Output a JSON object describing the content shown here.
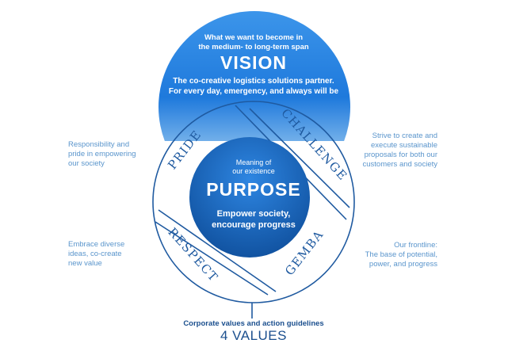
{
  "vision": {
    "subtitle_line1": "What we want to become in",
    "subtitle_line2": "the medium- to long-term span",
    "title": "VISION",
    "description_line1": "The co-creative logistics solutions partner.",
    "description_line2": "For every day, emergency, and always will be"
  },
  "purpose": {
    "subtitle_line1": "Meaning of",
    "subtitle_line2": "our existence",
    "title": "PURPOSE",
    "description_line1": "Empower society,",
    "description_line2": "encourage progress"
  },
  "values": {
    "pride": "PRIDE",
    "challenge": "CHALLENGE",
    "respect": "RESPECT",
    "gemba": "GEMBA",
    "subtitle": "Corporate values and action guidelines",
    "title": "4 VALUES"
  },
  "notes": {
    "pride": [
      "Responsibility and",
      "pride in empowering",
      "our society"
    ],
    "challenge": [
      "Strive to create and",
      "execute sustainable",
      "proposals for both our",
      "customers and society"
    ],
    "respect": [
      "Embrace diverse",
      "ideas, co-create",
      "new value"
    ],
    "gemba": [
      "Our frontline:",
      "The base of potential,",
      "power, and progress"
    ]
  },
  "colors": {
    "primary_blue": "#1f5aa0",
    "light_blue": "#5a95cc",
    "dark_blue": "#1b4f8e",
    "gradient_top": "#1d73d6",
    "gradient_bottom": "#ffffff"
  }
}
